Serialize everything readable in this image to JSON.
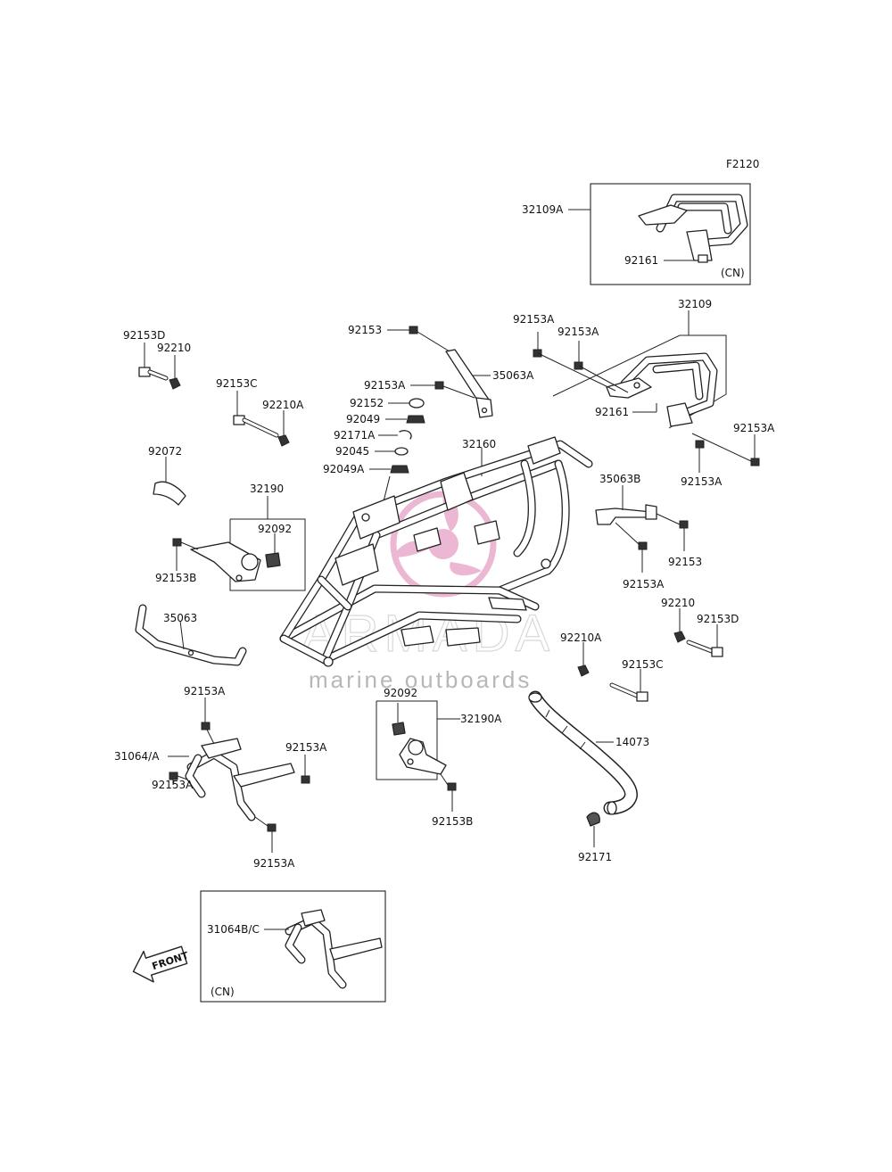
{
  "figure_code": "F2120",
  "colors": {
    "line": "#222222",
    "watermark_pink": "#e8a6c9",
    "watermark_text": "#b9b9b9"
  },
  "watermark": {
    "brand": "ARMADA",
    "tagline": "marine outboards"
  },
  "front_arrow": {
    "label": "FRONT"
  },
  "boxes": {
    "rear_carrier_cn": {
      "note": "(CN)"
    },
    "front_guard_cn": {
      "note": "(CN)"
    }
  },
  "labels": {
    "l_32109A": "32109A",
    "l_92161_box": "92161",
    "l_32109": "32109",
    "l_92153A_1": "92153A",
    "l_92153A_2": "92153A",
    "l_92161": "92161",
    "l_92153A_3": "92153A",
    "l_92153A_4": "92153A",
    "l_92153_top": "92153",
    "l_35063A": "35063A",
    "l_92153A_5": "92153A",
    "l_92152": "92152",
    "l_92049": "92049",
    "l_92171A": "92171A",
    "l_92045": "92045",
    "l_92049A": "92049A",
    "l_32160": "32160",
    "l_92153D_1": "92153D",
    "l_92210_1": "92210",
    "l_92153C_1": "92153C",
    "l_92210A_1": "92210A",
    "l_92072": "92072",
    "l_32190": "32190",
    "l_92092_1": "92092",
    "l_92153B_1": "92153B",
    "l_35063B": "35063B",
    "l_92153_r": "92153",
    "l_92153A_6": "92153A",
    "l_92210_2": "92210",
    "l_92153D_2": "92153D",
    "l_92210A_2": "92210A",
    "l_92153C_2": "92153C",
    "l_35063": "35063",
    "l_92153A_7": "92153A",
    "l_31064A": "31064/A",
    "l_92153A_8": "92153A",
    "l_92153A_9": "92153A",
    "l_92153A_10": "92153A",
    "l_92092_2": "92092",
    "l_32190A": "32190A",
    "l_92153B_2": "92153B",
    "l_14073": "14073",
    "l_92171": "92171",
    "l_31064BC": "31064B/C"
  }
}
